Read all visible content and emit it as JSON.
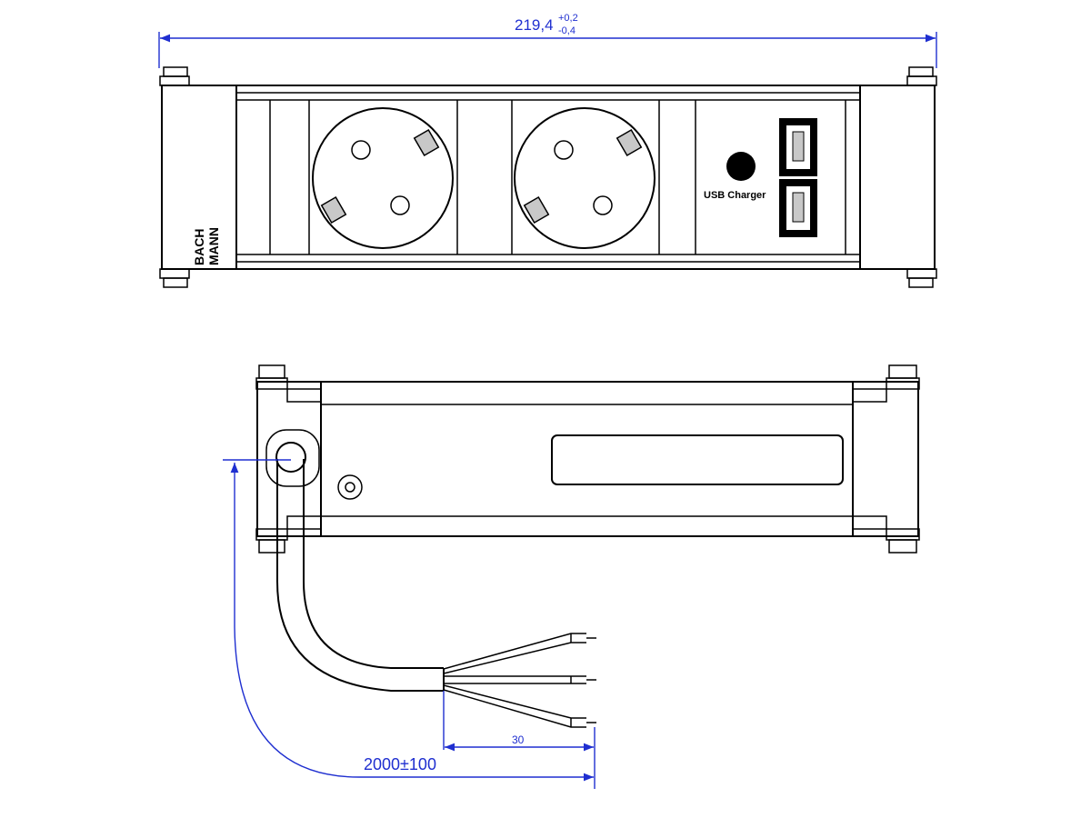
{
  "dimensions": {
    "width_main": "219,4",
    "width_tol_upper": "+0,2",
    "width_tol_lower": "-0,4",
    "cable_length": "2000±100",
    "strip_length": "30"
  },
  "labels": {
    "brand_line1": "BACH",
    "brand_line2": "MANN",
    "usb_label": "USB Charger"
  }
}
